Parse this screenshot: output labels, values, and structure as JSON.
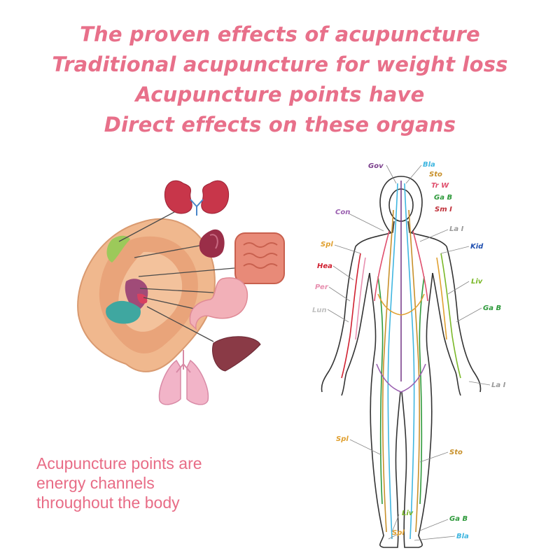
{
  "headlines": [
    "The proven effects of acupuncture",
    "Traditional acupuncture for weight loss",
    "Acupuncture points have",
    "Direct effects on these organs"
  ],
  "caption": [
    "Acupuncture points are",
    "energy channels",
    "throughout the body"
  ],
  "meridian_labels": {
    "gov": "Gov",
    "bla_top": "Bla",
    "sto_top": "Sto",
    "trw": "Tr W",
    "gab_top": "Ga B",
    "smi": "Sm I",
    "con": "Con",
    "lai_top": "La I",
    "spl_left": "Spl",
    "kid": "Kid",
    "hea": "Hea",
    "liv_right": "Liv",
    "per": "Per",
    "gab_mid": "Ga B",
    "lun": "Lun",
    "lai_right": "La I",
    "spl_lower": "Spl",
    "sto_lower": "Sto",
    "liv_foot": "Liv",
    "gab_foot": "Ga B",
    "spl_foot": "Spl",
    "bla_foot": "Bla"
  },
  "colors": {
    "headline": "#e8708a",
    "caption": "#e86c86",
    "gov": "#7b3f8c",
    "bla": "#3fb6e0",
    "sto": "#c8902a",
    "trw": "#e0506e",
    "gab": "#2f9a3c",
    "smi": "#c0303a",
    "con": "#9a5fb0",
    "lai": "#9a9a9a",
    "spl": "#e0a030",
    "kid": "#2050b0",
    "hea": "#d02030",
    "liv": "#7ab828",
    "per": "#e890b0",
    "lun": "#c0c0c0"
  }
}
